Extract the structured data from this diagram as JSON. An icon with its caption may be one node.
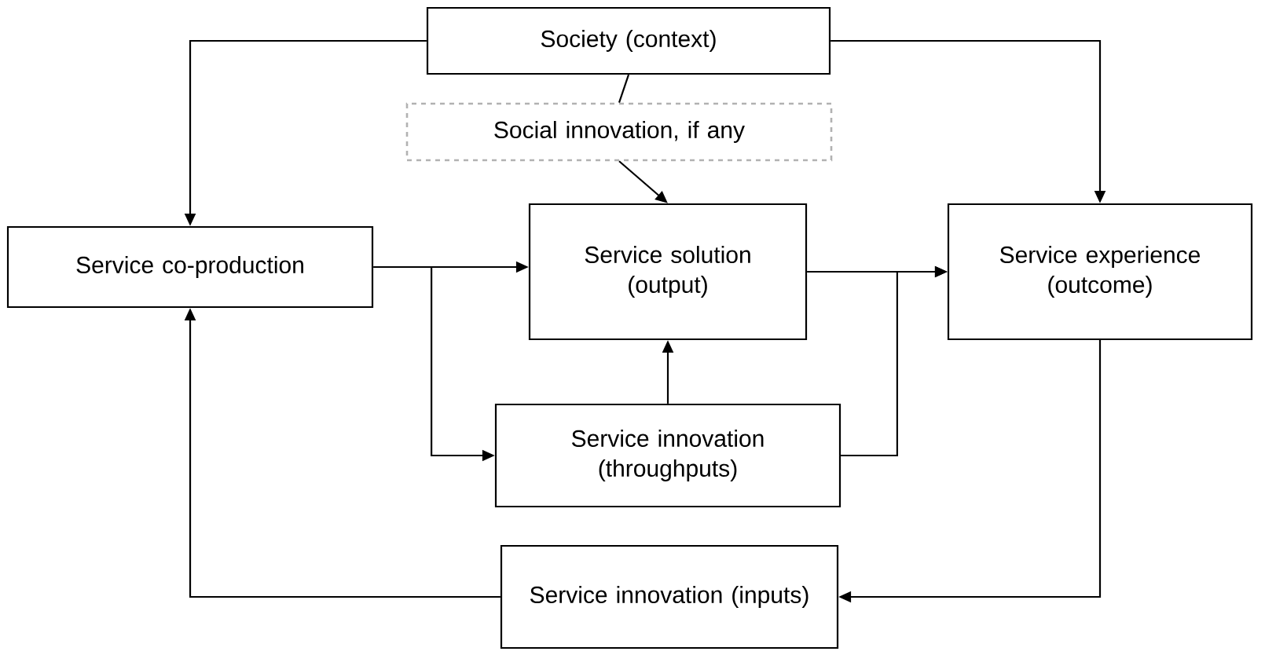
{
  "diagram": {
    "nodes": [
      {
        "text": [
          "Society (context)"
        ]
      },
      {
        "text": [
          "Social innovation, if any"
        ]
      },
      {
        "text": [
          "Service co-production"
        ]
      },
      {
        "text": [
          "Service solution (output)"
        ]
      },
      {
        "text": [
          "Service experience (outcome)"
        ]
      },
      {
        "text": [
          "Service innovation (throughputs)"
        ]
      },
      {
        "text": [
          "Service innovation (inputs)"
        ]
      }
    ],
    "edges": [
      {
        "from": 0,
        "to": 2,
        "arrow": "to"
      },
      {
        "from": 0,
        "to": 4,
        "arrow": "to"
      },
      {
        "from": 0,
        "to": 1,
        "arrow": "none"
      },
      {
        "from": 1,
        "to": 3,
        "arrow": "to"
      },
      {
        "from": 2,
        "to": 3,
        "arrow": "to"
      },
      {
        "from": 2,
        "to": 5,
        "arrow": "to"
      },
      {
        "from": 5,
        "to": 3,
        "arrow": "to"
      },
      {
        "from": 3,
        "to": 4,
        "arrow": "to"
      },
      {
        "from": 5,
        "to": 4,
        "arrow": "to"
      },
      {
        "from": 4,
        "to": 6,
        "arrow": "to"
      },
      {
        "from": 6,
        "to": 2,
        "arrow": "to"
      }
    ]
  }
}
